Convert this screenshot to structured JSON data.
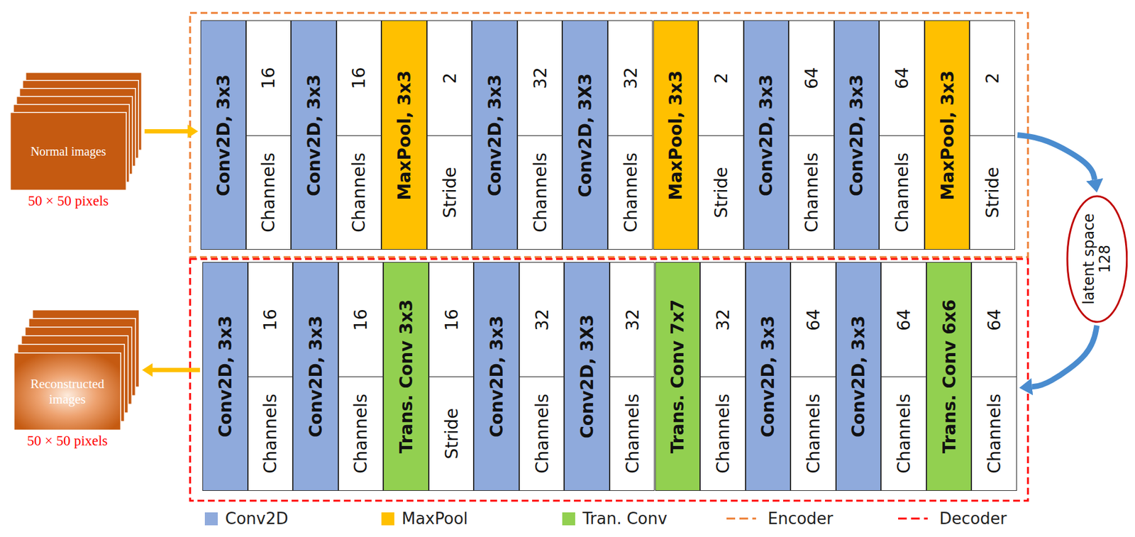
{
  "diagram": {
    "nodes": [
      {
        "text": [
          "Normal images",
          "50 × 50 pixels"
        ]
      },
      {
        "text": [
          "Conv2D, 3x3"
        ]
      },
      {
        "text": [
          "16",
          "Channels"
        ]
      },
      {
        "text": [
          "Conv2D, 3x3"
        ]
      },
      {
        "text": [
          "16",
          "Channels"
        ]
      },
      {
        "text": [
          "MaxPool, 3x3"
        ]
      },
      {
        "text": [
          "2",
          "Stride"
        ]
      },
      {
        "text": [
          "Conv2D, 3x3"
        ]
      },
      {
        "text": [
          "32",
          "Channels"
        ]
      },
      {
        "text": [
          "Conv2D, 3X3"
        ]
      },
      {
        "text": [
          "32",
          "Channels"
        ]
      },
      {
        "text": [
          "MaxPool, 3x3"
        ]
      },
      {
        "text": [
          "2",
          "Stride"
        ]
      },
      {
        "text": [
          "Conv2D, 3x3"
        ]
      },
      {
        "text": [
          "64",
          "Channels"
        ]
      },
      {
        "text": [
          "Conv2D, 3x3"
        ]
      },
      {
        "text": [
          "64",
          "Channels"
        ]
      },
      {
        "text": [
          "MaxPool, 3x3"
        ]
      },
      {
        "text": [
          "2",
          "Stride"
        ]
      },
      {
        "text": [
          "latent space",
          "128"
        ]
      },
      {
        "text": [
          "Reconstructed images",
          "50 × 50 pixels"
        ]
      },
      {
        "text": [
          "Conv2D, 3x3"
        ]
      },
      {
        "text": [
          "16",
          "Channels"
        ]
      },
      {
        "text": [
          "Conv2D, 3x3"
        ]
      },
      {
        "text": [
          "16",
          "Channels"
        ]
      },
      {
        "text": [
          "Trans. Conv 3x3"
        ]
      },
      {
        "text": [
          "16",
          "Stride"
        ]
      },
      {
        "text": [
          "Conv2D, 3x3"
        ]
      },
      {
        "text": [
          "32",
          "Channels"
        ]
      },
      {
        "text": [
          "Conv2D, 3X3"
        ]
      },
      {
        "text": [
          "32",
          "Channels"
        ]
      },
      {
        "text": [
          "Trans. Conv 7x7"
        ]
      },
      {
        "text": [
          "32",
          "Channels"
        ]
      },
      {
        "text": [
          "Conv2D, 3x3"
        ]
      },
      {
        "text": [
          "64",
          "Channels"
        ]
      },
      {
        "text": [
          "Conv2D, 3x3"
        ]
      },
      {
        "text": [
          "64",
          "Channels"
        ]
      },
      {
        "text": [
          "Trans. Conv 6x6"
        ]
      },
      {
        "text": [
          "64",
          "Channels"
        ]
      }
    ],
    "edges": [
      {
        "from": 0,
        "to": 1,
        "arrow": "to"
      },
      {
        "from": 18,
        "to": 19,
        "arrow": "to"
      },
      {
        "from": 19,
        "to": 38,
        "arrow": "to"
      },
      {
        "from": 21,
        "to": 20,
        "arrow": "to"
      }
    ],
    "legend": [
      {
        "text": "Conv2D",
        "color": "#8faadc"
      },
      {
        "text": "MaxPool",
        "color": "#ffc000"
      },
      {
        "text": "Tran. Conv",
        "color": "#92d050"
      },
      {
        "text": "Encoder"
      },
      {
        "text": "Decoder"
      }
    ]
  }
}
